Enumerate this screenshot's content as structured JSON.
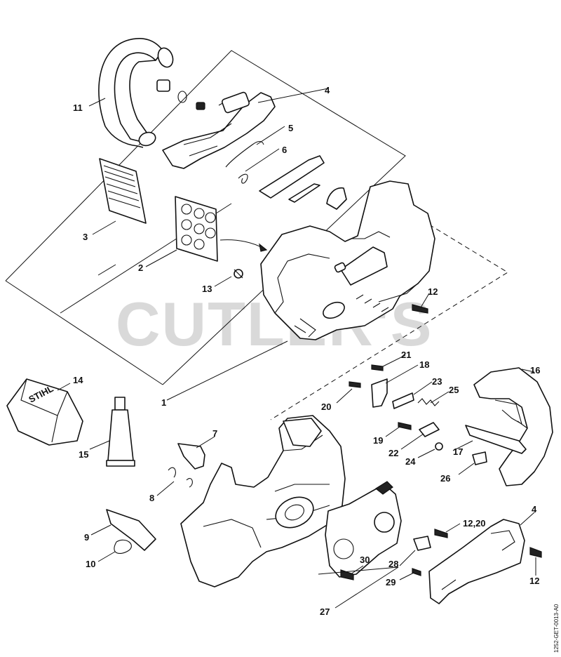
{
  "watermark": "CUTLER'S",
  "drawing_code": "1252-GET-0013-A0",
  "parts": [
    {
      "id": "p1",
      "label": "1"
    },
    {
      "id": "p2",
      "label": "2"
    },
    {
      "id": "p3",
      "label": "3"
    },
    {
      "id": "p4a",
      "label": "4"
    },
    {
      "id": "p4b",
      "label": "4"
    },
    {
      "id": "p5",
      "label": "5"
    },
    {
      "id": "p6",
      "label": "6"
    },
    {
      "id": "p7",
      "label": "7"
    },
    {
      "id": "p8",
      "label": "8"
    },
    {
      "id": "p9",
      "label": "9"
    },
    {
      "id": "p10",
      "label": "10"
    },
    {
      "id": "p11",
      "label": "11"
    },
    {
      "id": "p12a",
      "label": "12"
    },
    {
      "id": "p12b",
      "label": "12"
    },
    {
      "id": "p1220",
      "label": "12,20"
    },
    {
      "id": "p13",
      "label": "13"
    },
    {
      "id": "p14",
      "label": "14"
    },
    {
      "id": "p15",
      "label": "15"
    },
    {
      "id": "p16",
      "label": "16"
    },
    {
      "id": "p17",
      "label": "17"
    },
    {
      "id": "p18",
      "label": "18"
    },
    {
      "id": "p19",
      "label": "19"
    },
    {
      "id": "p20",
      "label": "20"
    },
    {
      "id": "p21",
      "label": "21"
    },
    {
      "id": "p22",
      "label": "22"
    },
    {
      "id": "p23",
      "label": "23"
    },
    {
      "id": "p24",
      "label": "24"
    },
    {
      "id": "p25",
      "label": "25"
    },
    {
      "id": "p26",
      "label": "26"
    },
    {
      "id": "p27",
      "label": "27"
    },
    {
      "id": "p28",
      "label": "28"
    },
    {
      "id": "p29",
      "label": "29"
    },
    {
      "id": "p30",
      "label": "30"
    }
  ],
  "brand_marks": [
    "STIHL"
  ]
}
